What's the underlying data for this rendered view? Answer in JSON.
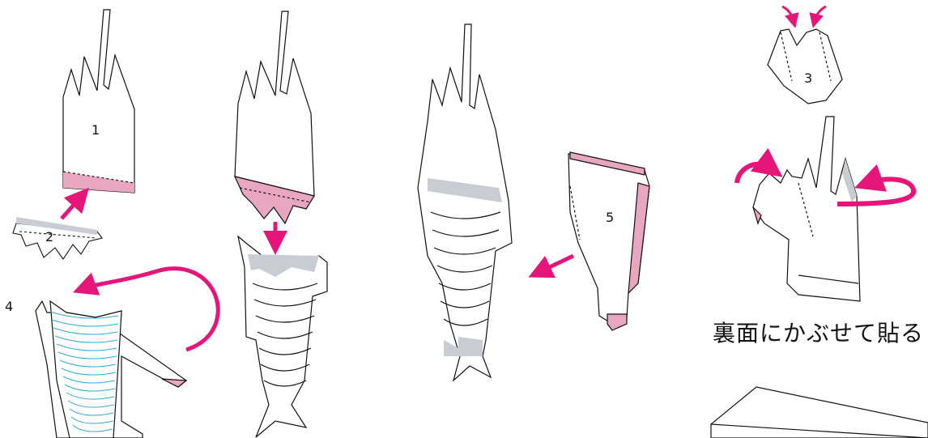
{
  "step_labels": {
    "s1": "1",
    "s2": "2",
    "s3": "3",
    "s4": "4",
    "s5": "5"
  },
  "caption": "裏面にかぶせて貼る",
  "colors": {
    "arrow": "#e6157a",
    "glue": "#e9a6c0",
    "shade": "#c9ccd3",
    "guide": "#33a9dd",
    "line": "#111111"
  },
  "icons": [
    "curved-arrow-icon",
    "straight-arrow-icon"
  ]
}
